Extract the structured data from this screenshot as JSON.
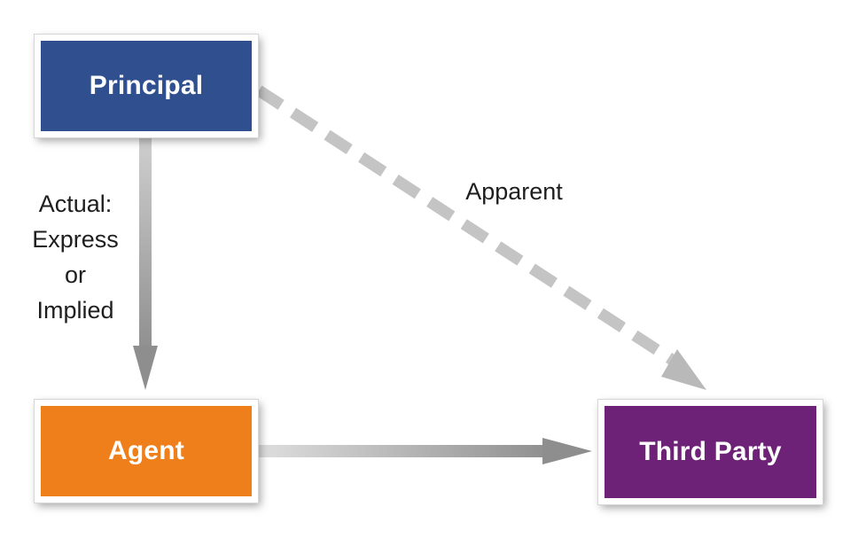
{
  "diagram": {
    "nodes": {
      "principal": {
        "label": "Principal",
        "color": "#2f4f8f"
      },
      "agent": {
        "label": "Agent",
        "color": "#ef7f1a"
      },
      "third_party": {
        "label": "Third Party",
        "color": "#6e2277"
      }
    },
    "edges": {
      "actual": {
        "from": "principal",
        "to": "agent",
        "style": "solid",
        "label_lines": [
          "Actual:",
          "Express",
          "or",
          "Implied"
        ]
      },
      "apparent": {
        "from": "principal",
        "to": "third_party",
        "style": "dashed",
        "label": "Apparent"
      },
      "agent_to_third": {
        "from": "agent",
        "to": "third_party",
        "style": "solid"
      }
    },
    "arrow_color": "#9a9a9a"
  }
}
